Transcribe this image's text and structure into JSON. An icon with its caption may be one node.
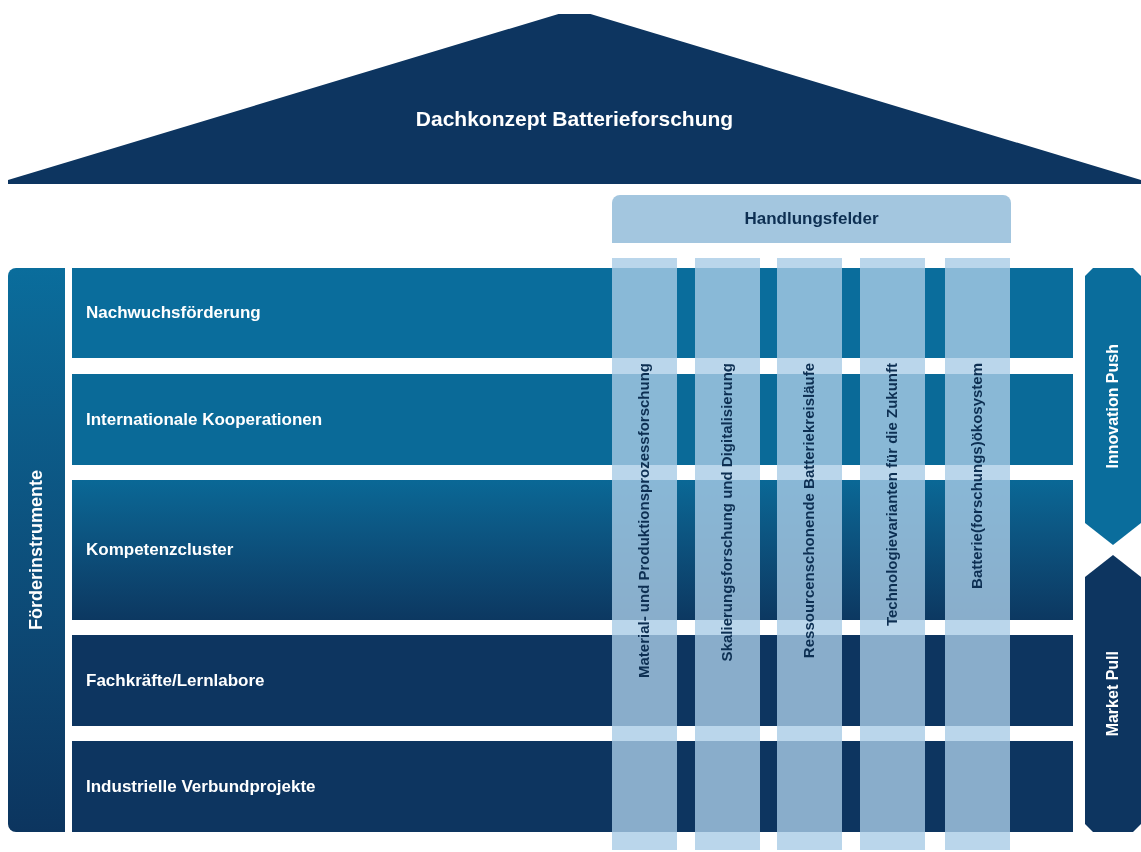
{
  "diagram": {
    "nodes": [
      {
        "text": [
          "Dachkonzept Batterieforschung"
        ]
      },
      {
        "text": [
          "Handlungsfelder"
        ]
      },
      {
        "text": [
          "Förderinstrumente"
        ]
      },
      {
        "text": [
          "Nachwuchsförderung"
        ]
      },
      {
        "text": [
          "Internationale Kooperationen"
        ]
      },
      {
        "text": [
          "Kompetenzcluster"
        ]
      },
      {
        "text": [
          "Fachkräfte/Lernlabore"
        ]
      },
      {
        "text": [
          "Industrielle Verbundprojekte"
        ]
      },
      {
        "text": [
          "Material- und Produktionsprozessforschung"
        ]
      },
      {
        "text": [
          "Skalierungsforschung und Digitalisierung"
        ]
      },
      {
        "text": [
          "Ressourcenschonende Batteriekreisläufe"
        ]
      },
      {
        "text": [
          "Technologievarianten für die Zukunft"
        ]
      },
      {
        "text": [
          "Batterie(forschungs)ökosystem"
        ]
      },
      {
        "text": [
          "Innovation Push"
        ]
      },
      {
        "text": [
          "Market Pull"
        ]
      }
    ]
  }
}
